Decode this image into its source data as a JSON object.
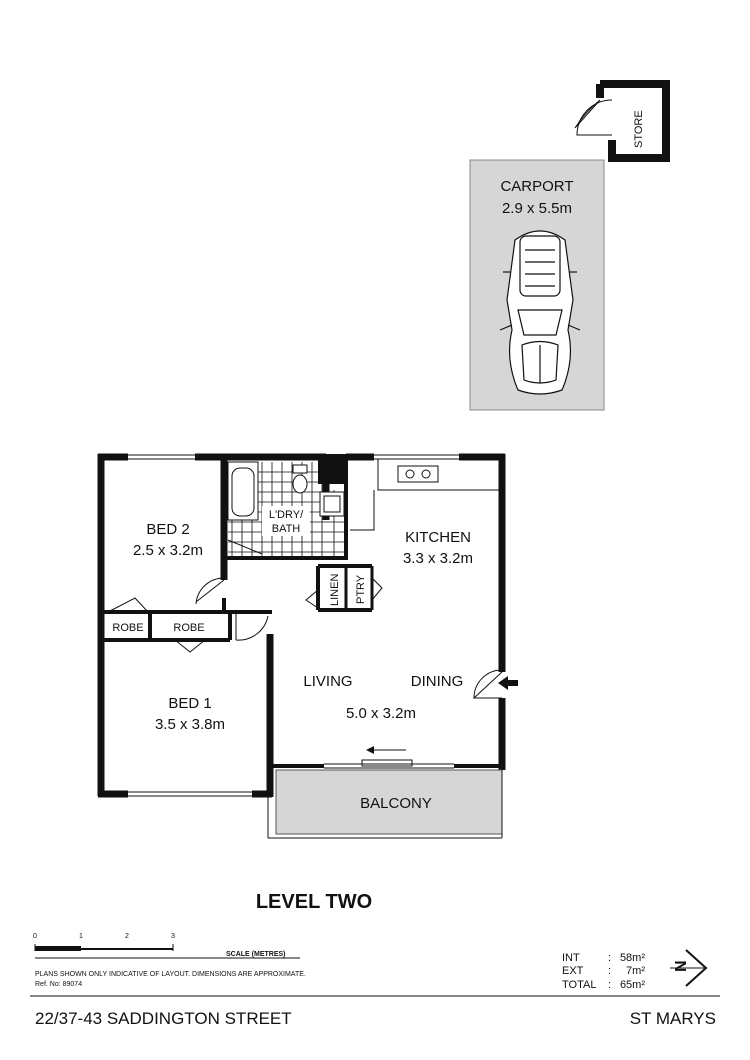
{
  "rooms": {
    "store": "STORE",
    "carport": {
      "name": "CARPORT",
      "size": "2.9 x 5.5m"
    },
    "bed2": {
      "name": "BED 2",
      "size": "2.5 x 3.2m"
    },
    "laundry": {
      "line1": "L'DRY/",
      "line2": "BATH"
    },
    "kitchen": {
      "name": "KITCHEN",
      "size": "3.3 x 3.2m"
    },
    "linen": "LINEN",
    "pantry": "PTRY",
    "robe_left": "ROBE",
    "robe_right": "ROBE",
    "bed1": {
      "name": "BED 1",
      "size": "3.5 x 3.8m"
    },
    "living": "LIVING",
    "dining": "DINING",
    "living_size": "5.0 x 3.2m",
    "balcony": "BALCONY"
  },
  "level_title": "LEVEL TWO",
  "scale": {
    "ticks": [
      "0",
      "1",
      "2",
      "3"
    ],
    "label": "SCALE (METRES)"
  },
  "disclaimer": "PLANS SHOWN ONLY INDICATIVE OF LAYOUT.  DIMENSIONS ARE APPROXIMATE.",
  "ref": "Ref. No: 89074",
  "areas": [
    {
      "label": "INT",
      "sep": ":",
      "value": "58m²"
    },
    {
      "label": "EXT",
      "sep": ":",
      "value": "7m²"
    },
    {
      "label": "TOTAL",
      "sep": ":",
      "value": "65m²"
    }
  ],
  "north_label": "N",
  "address": "22/37-43 SADDINGTON STREET",
  "suburb": "ST MARYS",
  "colors": {
    "wall": "#111111",
    "carport_fill": "#d6d6d6",
    "balcony_fill": "#d6d6d6"
  }
}
